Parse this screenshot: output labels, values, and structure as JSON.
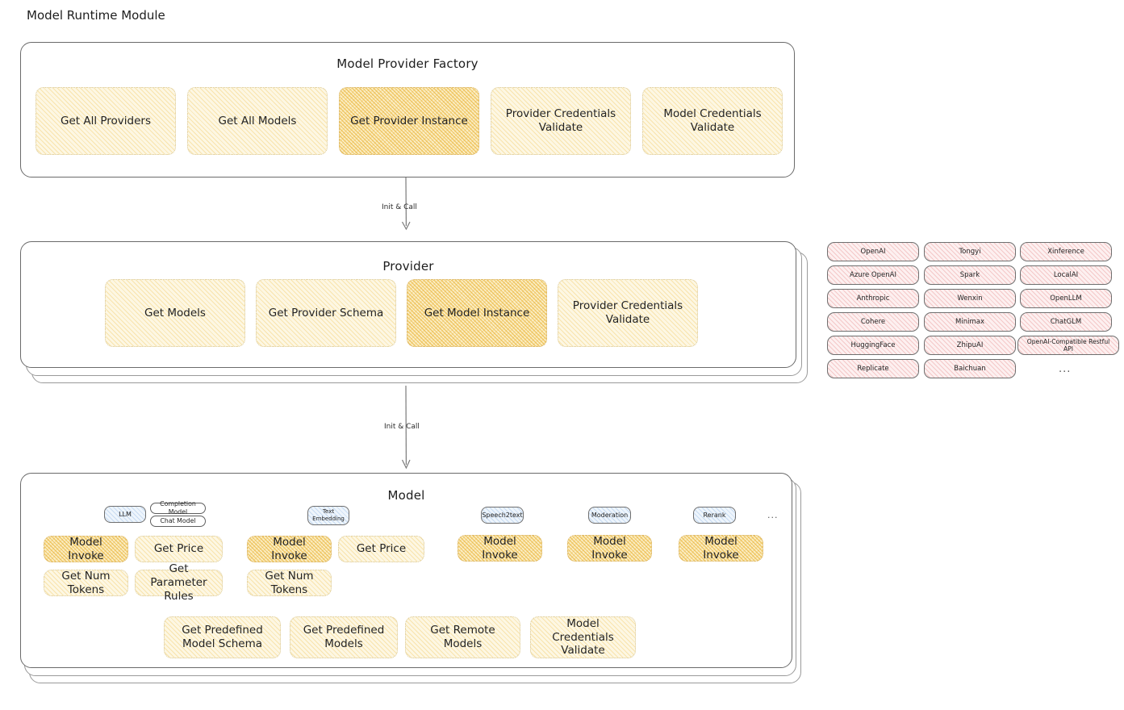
{
  "page": {
    "title": "Model Runtime Module"
  },
  "colors": {
    "highlight": "#f0c85f",
    "node": "#fdf7e3",
    "provider_chip": "#fdf0f0",
    "model_badge": "#eef5fc",
    "border": "#6b6b6b"
  },
  "factory": {
    "title": "Model Provider Factory",
    "nodes": [
      {
        "label": "Get All Providers",
        "highlight": false
      },
      {
        "label": "Get All Models",
        "highlight": false
      },
      {
        "label": "Get Provider Instance",
        "highlight": true
      },
      {
        "label": "Provider Credentials Validate",
        "highlight": false
      },
      {
        "label": "Model Credentials Validate",
        "highlight": false
      }
    ]
  },
  "edges": [
    {
      "label": "Init & Call"
    },
    {
      "label": "Init & Call"
    }
  ],
  "provider": {
    "title": "Provider",
    "nodes": [
      {
        "label": "Get Models",
        "highlight": false
      },
      {
        "label": "Get Provider Schema",
        "highlight": false
      },
      {
        "label": "Get Model Instance",
        "highlight": true
      },
      {
        "label": "Provider Credentials Validate",
        "highlight": false
      }
    ]
  },
  "provider_list": {
    "columns": [
      [
        "OpenAI",
        "Azure OpenAI",
        "Anthropic",
        "Cohere",
        "HuggingFace",
        "Replicate"
      ],
      [
        "Tongyi",
        "Spark",
        "Wenxin",
        "Minimax",
        "ZhipuAI",
        "Baichuan"
      ],
      [
        "Xinference",
        "LocalAI",
        "OpenLLM",
        "ChatGLM",
        "OpenAI-Compatible Restful API"
      ]
    ],
    "more": "..."
  },
  "model": {
    "title": "Model",
    "more": "...",
    "types": [
      {
        "badge": "LLM",
        "tags": [
          "Completion Model",
          "Chat Model"
        ],
        "nodes": [
          {
            "label": "Model Invoke",
            "highlight": true
          },
          {
            "label": "Get Price",
            "highlight": false
          },
          {
            "label": "Get Num Tokens",
            "highlight": false
          },
          {
            "label": "Get Parameter Rules",
            "highlight": false
          }
        ]
      },
      {
        "badge": "Text Embedding",
        "tags": [],
        "nodes": [
          {
            "label": "Model Invoke",
            "highlight": true
          },
          {
            "label": "Get Price",
            "highlight": false
          },
          {
            "label": "Get Num Tokens",
            "highlight": false
          }
        ]
      },
      {
        "badge": "Speech2text",
        "tags": [],
        "nodes": [
          {
            "label": "Model Invoke",
            "highlight": true
          }
        ]
      },
      {
        "badge": "Moderation",
        "tags": [],
        "nodes": [
          {
            "label": "Model Invoke",
            "highlight": true
          }
        ]
      },
      {
        "badge": "Rerank",
        "tags": [],
        "nodes": [
          {
            "label": "Model Invoke",
            "highlight": true
          }
        ]
      }
    ],
    "common_nodes": [
      {
        "label": "Get Predefined Model Schema"
      },
      {
        "label": "Get Predefined Models"
      },
      {
        "label": "Get Remote Models"
      },
      {
        "label": "Model Credentials Validate"
      }
    ]
  }
}
